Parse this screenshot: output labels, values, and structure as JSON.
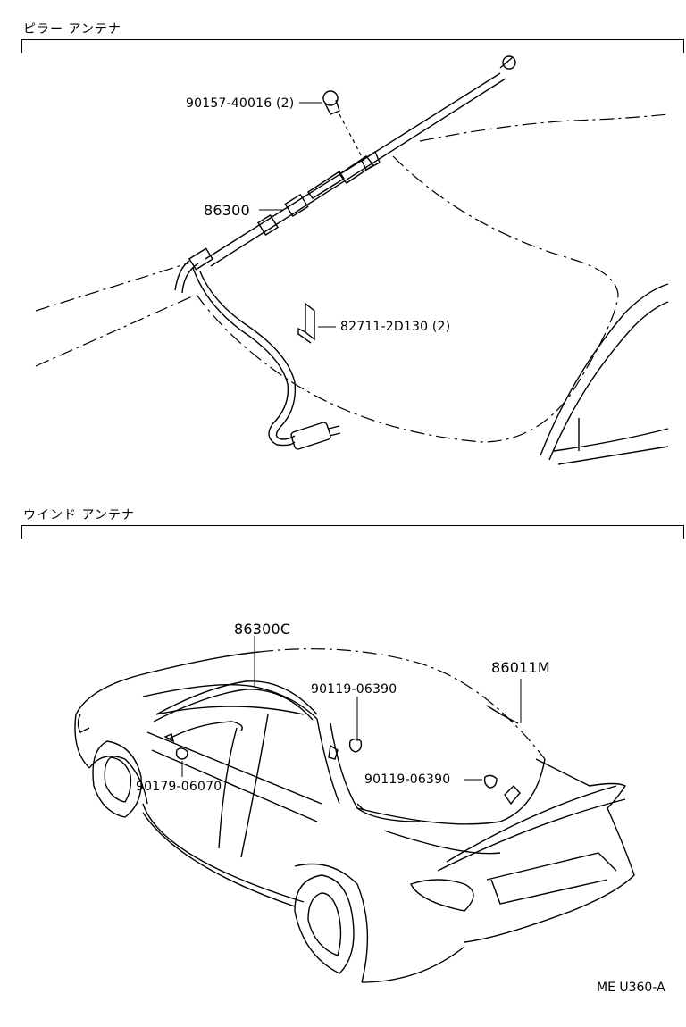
{
  "sections": {
    "pillar": {
      "title": "ピラー アンテナ"
    },
    "window": {
      "title": "ウインド アンテナ"
    }
  },
  "parts": {
    "p1": {
      "number": "90157-40016 (2)"
    },
    "p2": {
      "number": "86300"
    },
    "p3": {
      "number": "82711-2D130 (2)"
    },
    "p4": {
      "number": "86300C"
    },
    "p5": {
      "number": "86011M"
    },
    "p6": {
      "number": "90119-06390"
    },
    "p7": {
      "number": "90119-06390"
    },
    "p8": {
      "number": "90179-06070"
    }
  },
  "diagram_code": "ME U360-A"
}
